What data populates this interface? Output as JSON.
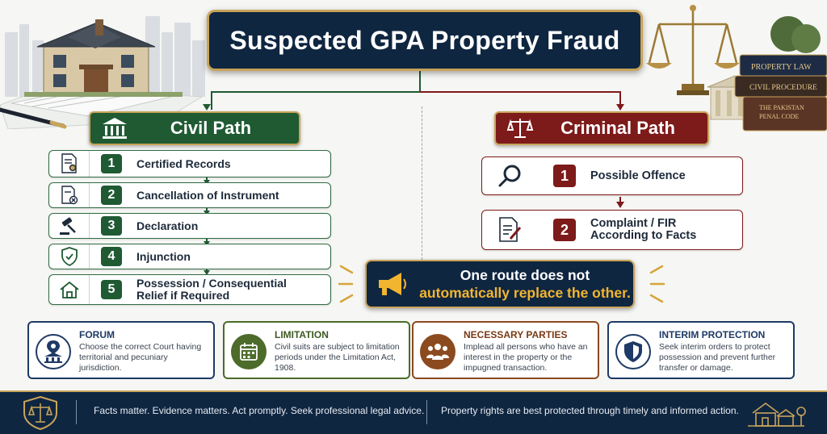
{
  "title": "Suspected GPA Property Fraud",
  "illustration": {
    "books": [
      "PROPERTY LAW",
      "CIVIL PROCEDURE",
      "THE PAKISTAN PENAL CODE"
    ]
  },
  "civil_path": {
    "label": "Civil Path",
    "steps": [
      {
        "num": "1",
        "label": "Certified Records",
        "icon": "certified-document-icon"
      },
      {
        "num": "2",
        "label": "Cancellation of Instrument",
        "icon": "cancel-document-icon"
      },
      {
        "num": "3",
        "label": "Declaration",
        "icon": "gavel-icon"
      },
      {
        "num": "4",
        "label": "Injunction",
        "icon": "shield-icon"
      },
      {
        "num": "5",
        "label_line1": "Possession / Consequential",
        "label_line2": "Relief if Required",
        "icon": "house-icon"
      }
    ]
  },
  "criminal_path": {
    "label": "Criminal Path",
    "steps": [
      {
        "num": "1",
        "label": "Possible Offence",
        "icon": "magnifier-icon"
      },
      {
        "num": "2",
        "label_line1": "Complaint / FIR",
        "label_line2": "According to Facts",
        "icon": "complaint-document-icon"
      }
    ]
  },
  "callout": {
    "line1": "One route does not",
    "line2": "automatically replace the other."
  },
  "cards": {
    "forum": {
      "title": "FORUM",
      "text": "Choose the correct Court having territorial and pecuniary jurisdiction."
    },
    "limitation": {
      "title": "LIMITATION",
      "text": "Civil suits are subject to limitation periods under the Limitation Act, 1908."
    },
    "parties": {
      "title": "NECESSARY PARTIES",
      "text": "Implead all persons who have an interest in the property or the impugned transaction."
    },
    "interim": {
      "title": "INTERIM PROTECTION",
      "text": "Seek interim orders to protect possession and prevent further transfer or damage."
    }
  },
  "footer": {
    "left": "Facts matter. Evidence matters.  Act promptly.  Seek professional legal advice.",
    "right": "Property rights are best protected through timely and informed action."
  },
  "colors": {
    "navy": "#0f2641",
    "gold": "#c9a45a",
    "civil_green": "#1f5a33",
    "criminal_red": "#7d1a1a",
    "callout_yellow": "#f2b530"
  }
}
